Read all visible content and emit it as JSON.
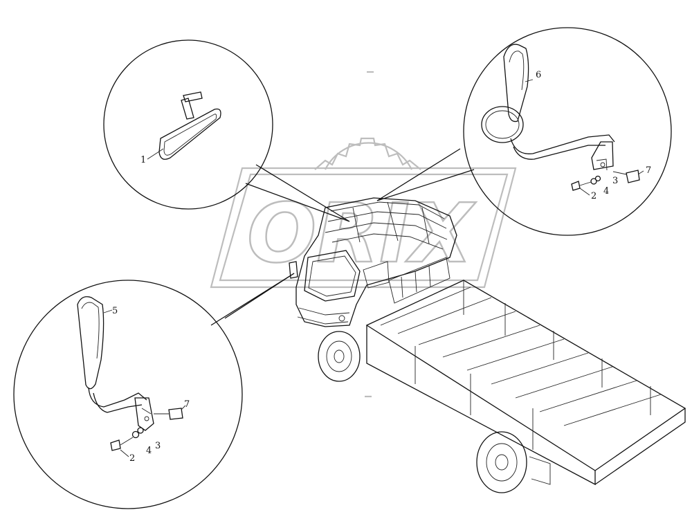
{
  "watermark": {
    "text": "ORIX"
  },
  "callouts": {
    "c1": "1",
    "c2a": "2",
    "c2b": "2",
    "c3a": "3",
    "c3b": "3",
    "c4a": "4",
    "c4b": "4",
    "c5": "5",
    "c6": "6",
    "c7a": "7",
    "c7b": "7"
  },
  "colors": {
    "line": "#111111",
    "watermark": "#bdbdbd",
    "background": "#ffffff"
  }
}
